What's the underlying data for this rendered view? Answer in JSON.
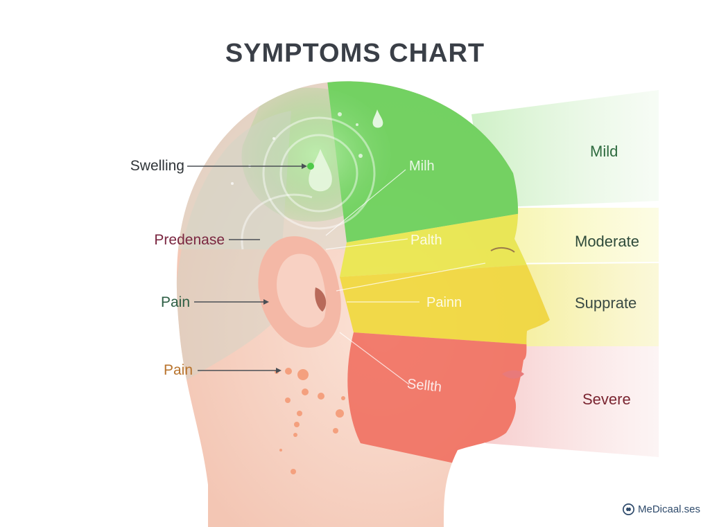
{
  "title": "SYMPTOMS CHART",
  "left_labels": [
    {
      "text": "Swelling",
      "color": "#2f3438"
    },
    {
      "text": "Predenase",
      "color": "#7a2640"
    },
    {
      "text": "Pain",
      "color": "#2d5e44"
    },
    {
      "text": "Pain",
      "color": "#b8732c"
    }
  ],
  "zone_labels": [
    "Milh",
    "Palth",
    "Painn",
    "Sellth"
  ],
  "severity_labels": [
    {
      "text": "Mild",
      "color": "#2d6a3e"
    },
    {
      "text": "Moderate",
      "color": "#2e4a3a"
    },
    {
      "text": "Supprate",
      "color": "#3a4a44"
    },
    {
      "text": "Severe",
      "color": "#7a2430"
    }
  ],
  "colors": {
    "mild": "#5fd050",
    "moderate": "#e9e84a",
    "supprate": "#f0d83a",
    "severe": "#f06a5a",
    "skin": "#f8d6c8"
  },
  "brand": {
    "text": "MeDicaal.ses",
    "icon": "brain-icon"
  }
}
